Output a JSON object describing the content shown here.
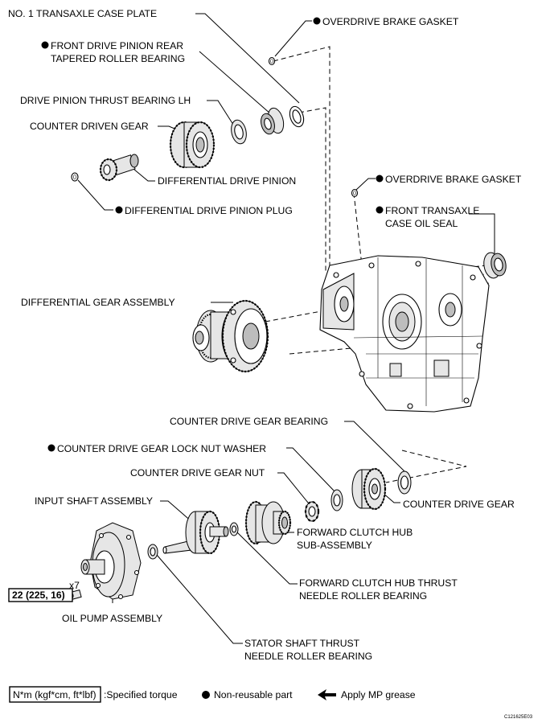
{
  "labels": {
    "no1_case_plate": "NO. 1 TRANSAXLE CASE PLATE",
    "od_gasket_top": "OVERDRIVE BRAKE GASKET",
    "fdp_bearing_1": "FRONT DRIVE PINION REAR",
    "fdp_bearing_2": "TAPERED ROLLER BEARING",
    "dp_thrust": "DRIVE PINION THRUST BEARING LH",
    "counter_driven": "COUNTER DRIVEN GEAR",
    "diff_pinion": "DIFFERENTIAL DRIVE PINION",
    "diff_plug": "DIFFERENTIAL DRIVE PINION PLUG",
    "od_gasket_mid": "OVERDRIVE BRAKE GASKET",
    "oil_seal_1": "FRONT TRANSAXLE",
    "oil_seal_2": "CASE OIL SEAL",
    "diff_gear": "DIFFERENTIAL GEAR ASSEMBLY",
    "cd_bearing": "COUNTER DRIVE GEAR BEARING",
    "lock_washer": "COUNTER DRIVE GEAR LOCK NUT WASHER",
    "cd_nut": "COUNTER DRIVE GEAR NUT",
    "input_shaft": "INPUT SHAFT ASSEMBLY",
    "cd_gear": "COUNTER DRIVE GEAR",
    "fc_hub_1": "FORWARD CLUTCH HUB",
    "fc_hub_2": "SUB-ASSEMBLY",
    "fc_thrust_1": "FORWARD CLUTCH HUB THRUST",
    "fc_thrust_2": "NEEDLE ROLLER BEARING",
    "bolt_qty": "x7",
    "torque": "22 (225, 16)",
    "oil_pump": "OIL PUMP ASSEMBLY",
    "stator_1": "STATOR SHAFT THRUST",
    "stator_2": "NEEDLE ROLLER BEARING"
  },
  "legend": {
    "torque_box": "N*m (kgf*cm, ft*lbf)",
    "torque_text": ":Specified torque",
    "nonreusable": "Non-reusable part",
    "grease": "Apply MP grease"
  },
  "figure_code": "C121625E03"
}
